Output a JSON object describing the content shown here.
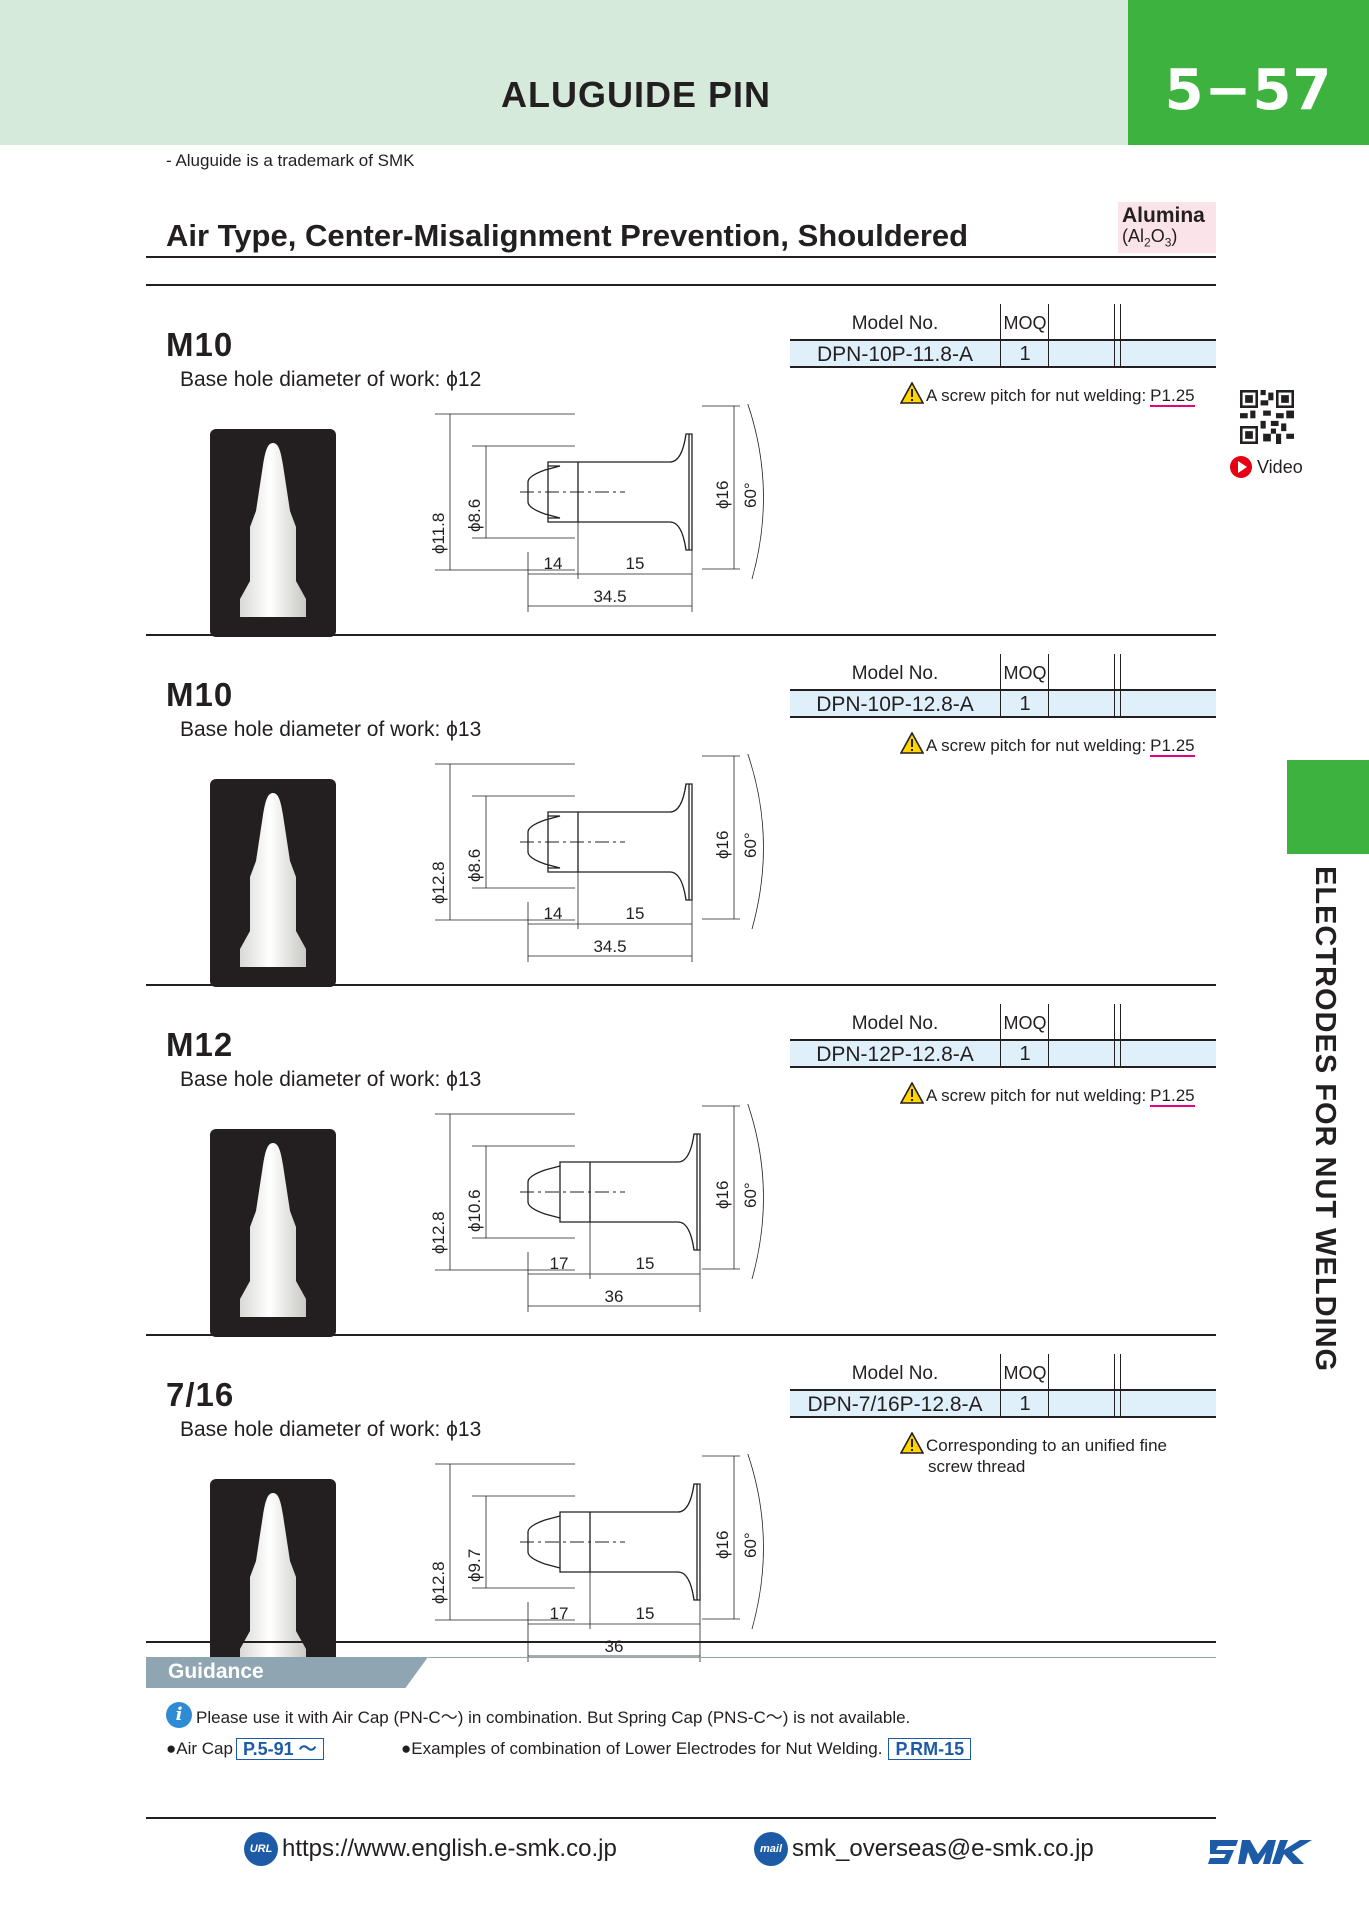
{
  "header": {
    "title": "ALUGUIDE PIN",
    "page_number": "5−57"
  },
  "trademark_note": "- Aluguide is a trademark of SMK",
  "subtitle": "Air Type, Center-Misalignment Prevention, Shouldered",
  "material": {
    "name": "Alumina",
    "formula": "(Al2O3)"
  },
  "table_headers": {
    "model": "Model No.",
    "moq": "MOQ"
  },
  "sections": [
    {
      "size": "M10",
      "base_hole": "Base hole diameter of work: ϕ12",
      "model": "DPN-10P-11.8-A",
      "moq": "1",
      "warning": "A screw pitch for nut welding:",
      "warning_ref": "P1.25",
      "warning_line2": "",
      "dims": {
        "outer": "ϕ11.8",
        "inner": "ϕ8.6",
        "len1": "14",
        "len2": "15",
        "total": "34.5",
        "flange": "ϕ16",
        "angle": "60°"
      }
    },
    {
      "size": "M10",
      "base_hole": "Base hole diameter of work: ϕ13",
      "model": "DPN-10P-12.8-A",
      "moq": "1",
      "warning": "A screw pitch for nut welding:",
      "warning_ref": "P1.25",
      "warning_line2": "",
      "dims": {
        "outer": "ϕ12.8",
        "inner": "ϕ8.6",
        "len1": "14",
        "len2": "15",
        "total": "34.5",
        "flange": "ϕ16",
        "angle": "60°"
      }
    },
    {
      "size": "M12",
      "base_hole": "Base hole diameter of work: ϕ13",
      "model": "DPN-12P-12.8-A",
      "moq": "1",
      "warning": "A screw pitch for nut welding:",
      "warning_ref": "P1.25",
      "warning_line2": "",
      "dims": {
        "outer": "ϕ12.8",
        "inner": "ϕ10.6",
        "len1": "17",
        "len2": "15",
        "total": "36",
        "flange": "ϕ16",
        "angle": "60°"
      }
    },
    {
      "size": "7/16",
      "base_hole": "Base hole diameter of work: ϕ13",
      "model": "DPN-7/16P-12.8-A",
      "moq": "1",
      "warning": "Corresponding to an unified fine",
      "warning_ref": "",
      "warning_line2": "screw thread",
      "dims": {
        "outer": "ϕ12.8",
        "inner": "ϕ9.7",
        "len1": "17",
        "len2": "15",
        "total": "36",
        "flange": "ϕ16",
        "angle": "60°"
      }
    }
  ],
  "video_label": "Video",
  "side_label": "ELECTRODES FOR NUT WELDING",
  "guidance": {
    "title": "Guidance",
    "note": "Please use it with Air Cap (PN-C～) in combination. But Spring Cap (PNS-C～) is not available.",
    "air_cap_label": "●Air Cap",
    "air_cap_ref": "P.5-91 ～",
    "lower_label": "●Examples of combination of Lower Electrodes for Nut Welding.",
    "lower_ref": "P.RM-15"
  },
  "footer": {
    "url_badge": "URL",
    "url": "https://www.english.e-smk.co.jp",
    "mail_badge": "mail",
    "email": "smk_overseas@e-smk.co.jp"
  },
  "colors": {
    "green": "#3db23f",
    "header_band": "#d6eadc",
    "table_fill": "#dff0fb",
    "badge_pink": "#fbe3ea",
    "link_blue": "#1d5ba7"
  }
}
